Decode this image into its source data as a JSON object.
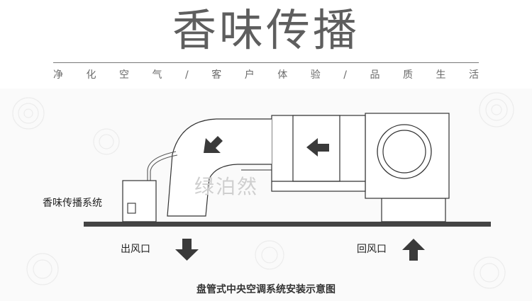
{
  "header": {
    "title": "香味传播",
    "subtitle_items": [
      "净",
      "化",
      "空",
      "气",
      "/",
      "客",
      "户",
      "体",
      "验",
      "/",
      "品",
      "质",
      "生",
      "活"
    ]
  },
  "diagram": {
    "device_label": "香味传播系统",
    "outlet_label": "出风口",
    "inlet_label": "回风口",
    "watermark": "绿泊然",
    "caption": "盘管式中央空调系统安装示意图"
  },
  "colors": {
    "title": "#5e5e5e",
    "line": "#333333",
    "arrow": "#3a3a3a",
    "background_pattern": "#fafafa"
  },
  "icons": {
    "duct_arrow": "arrow-down-left-icon",
    "coil_arrow": "arrow-left-icon",
    "outlet_arrow": "arrow-down-icon",
    "inlet_arrow": "arrow-up-icon"
  }
}
